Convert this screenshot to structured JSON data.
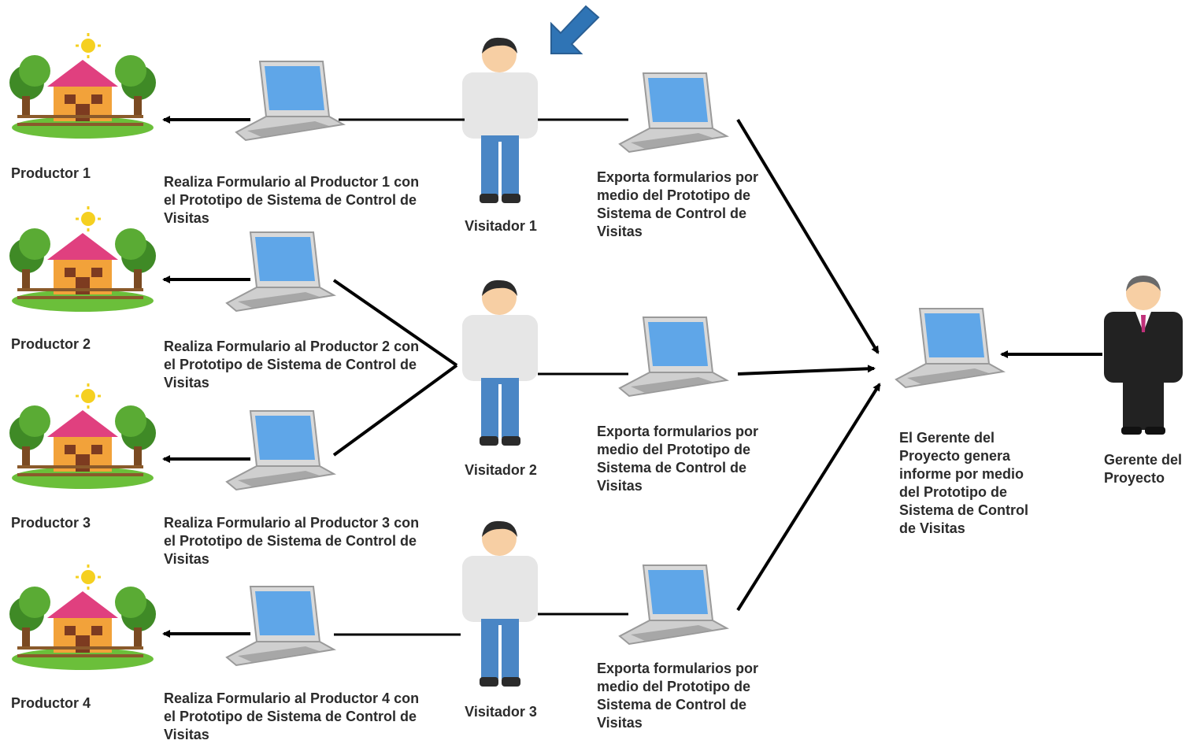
{
  "productores": [
    {
      "label": "Productor 1"
    },
    {
      "label": "Productor 2"
    },
    {
      "label": "Productor 3"
    },
    {
      "label": "Productor 4"
    }
  ],
  "formularios": [
    {
      "label": "Realiza Formulario al Productor 1 con\nel Prototipo de Sistema de Control de\nVisitas"
    },
    {
      "label": "Realiza Formulario al Productor 2 con\nel Prototipo de Sistema de Control de\nVisitas"
    },
    {
      "label": "Realiza Formulario al Productor 3 con\nel Prototipo de Sistema de Control de\nVisitas"
    },
    {
      "label": "Realiza Formulario al Productor 4 con\nel Prototipo de Sistema de Control de\nVisitas"
    }
  ],
  "visitadores": [
    {
      "label": "Visitador 1"
    },
    {
      "label": "Visitador 2"
    },
    {
      "label": "Visitador 3"
    }
  ],
  "exporta": [
    {
      "label": "Exporta formularios por\nmedio del Prototipo de\nSistema de Control de\nVisitas"
    },
    {
      "label": "Exporta formularios por\nmedio del Prototipo de\nSistema de Control de\nVisitas"
    },
    {
      "label": "Exporta formularios por\nmedio del Prototipo de\nSistema de Control de\nVisitas"
    }
  ],
  "informe": {
    "label": "El Gerente del\nProyecto genera\ninforme por medio\ndel Prototipo de\nSistema de Control\nde Visitas"
  },
  "gerente": {
    "label": "Gerente del\nProyecto"
  },
  "colors": {
    "arrow": "#000000",
    "pointer_arrow": "#2f74b5",
    "shirt": "#e6e6e6",
    "pants": "#4a86c5",
    "hair": "#2b2b2b",
    "skin": "#f7cfa4",
    "screen": "#5fa6e8",
    "suit": "#222222",
    "roof": "#e0407f",
    "house_wall": "#f2a23a",
    "tree": "#4f9a2e",
    "sun": "#f5d020"
  }
}
